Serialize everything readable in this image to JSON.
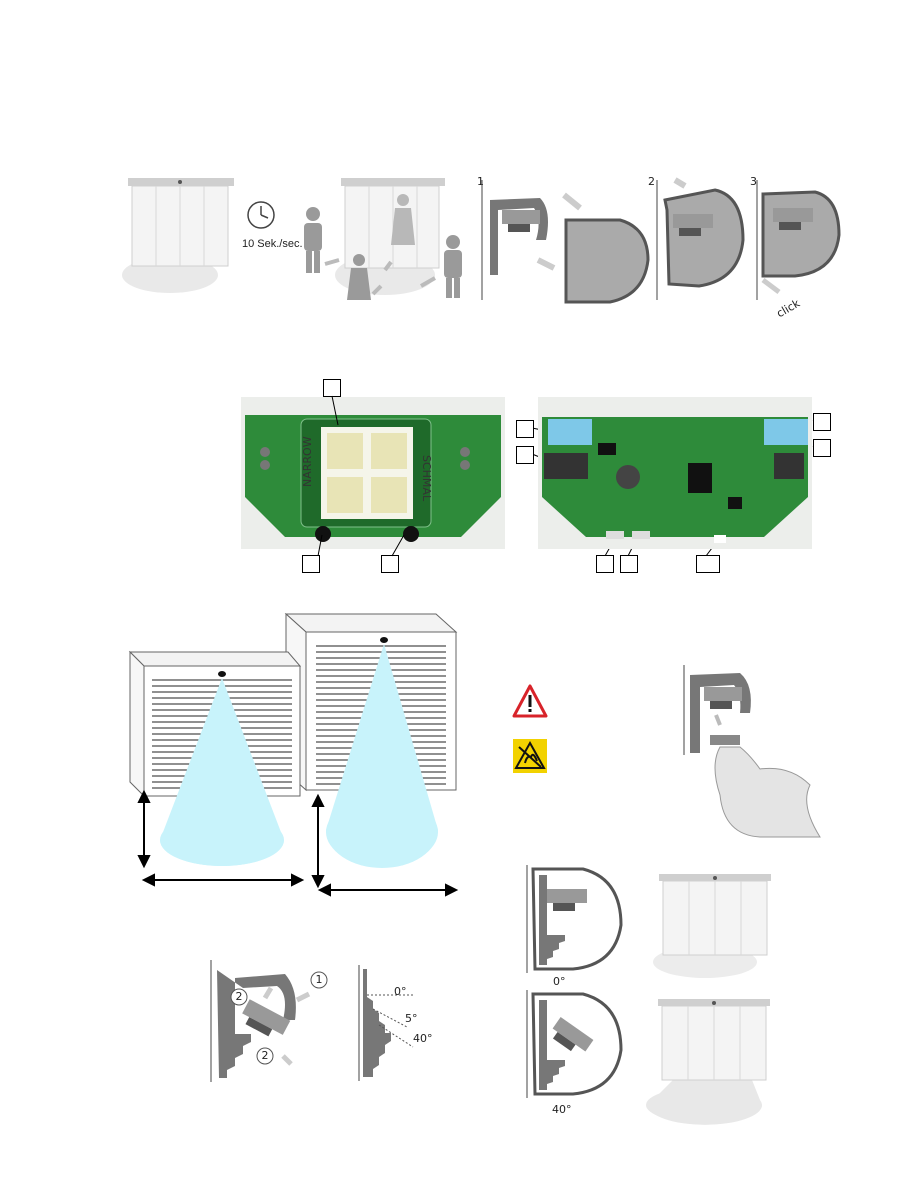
{
  "top_row": {
    "timer_label": "10 Sek./sec.",
    "steps": [
      "1",
      "2",
      "3"
    ],
    "click_label": "click"
  },
  "angles": {
    "zero_small": "0°",
    "five": "5°",
    "forty_small": "40°",
    "zero_big": "0°",
    "forty_big": "40°"
  },
  "callouts": [
    "1",
    "2",
    "2"
  ],
  "pcb_front": {
    "text_left": "NARROW",
    "text_right": "SCHMAL"
  },
  "colors": {
    "pcb_green": "#2e8b3a",
    "cone_blue": "#c8f3fb",
    "warn_red": "#d8232a",
    "esd_yellow": "#f2d200"
  }
}
